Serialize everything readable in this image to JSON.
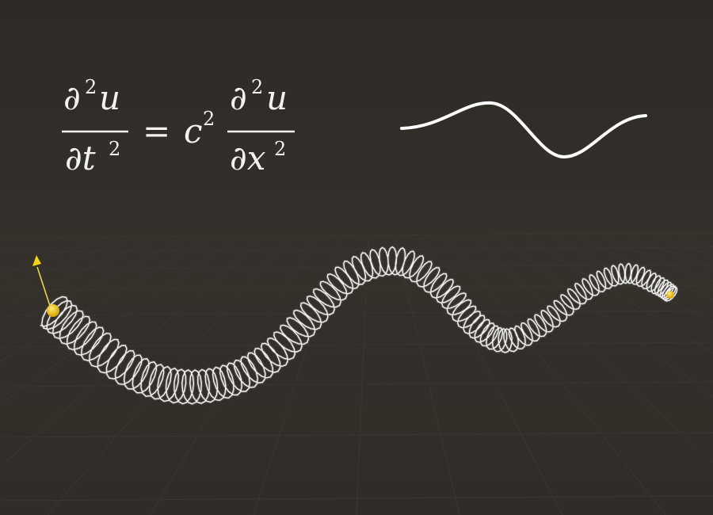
{
  "equation": {
    "lhs_numerator": "∂",
    "lhs_numerator_exp": "2",
    "lhs_numerator_var": "u",
    "lhs_denominator": "∂t",
    "lhs_denominator_exp": "2",
    "equals": "=",
    "coefficient": "c",
    "coefficient_exp": "2",
    "rhs_numerator": "∂",
    "rhs_numerator_exp": "2",
    "rhs_numerator_var": "u",
    "rhs_denominator": "∂x",
    "rhs_denominator_exp": "2"
  },
  "colors": {
    "background": "#2f2b27",
    "grid_line": "#3a3631",
    "spring_coil": "#f4f4f4",
    "wave_curve": "#ffffff",
    "endpoint_ball": "#f2c20f",
    "axis_arrow": "#f2d21a"
  },
  "objects": {
    "wave_icon": "sine-wave",
    "spring": "slinky-spring",
    "left_anchor": "yellow-ball-with-up-arrow",
    "right_anchor": "yellow-ball"
  }
}
